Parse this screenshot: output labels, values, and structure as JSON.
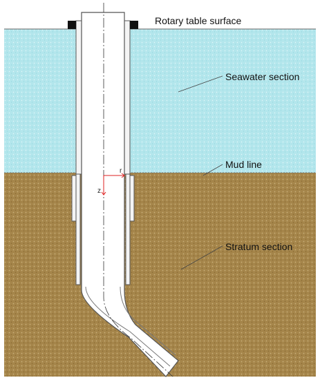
{
  "labels": {
    "rotary_table": "Rotary table surface",
    "seawater": "Seawater section",
    "mud_line": "Mud line",
    "stratum": "Stratum section"
  },
  "axes": {
    "r": "r",
    "z": "z"
  },
  "colors": {
    "seawater": "#b3e6ec",
    "stratum": "#a5854a",
    "outline": "#555555",
    "pipe": "#ffffff",
    "axis": "#dd2222",
    "rotary_block": "#111111"
  }
}
